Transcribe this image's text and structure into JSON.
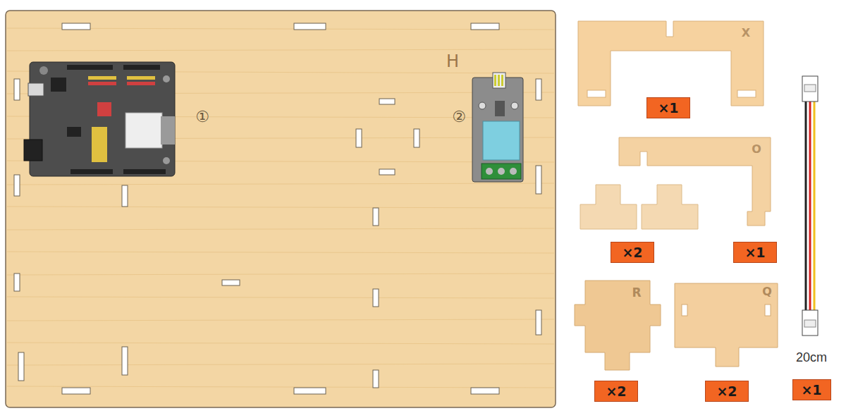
{
  "diagram": {
    "nodes": [
      {
        "text": [
          "×1"
        ]
      },
      {
        "text": [
          "×2"
        ]
      },
      {
        "text": [
          "×1"
        ]
      },
      {
        "text": [
          "×2"
        ]
      },
      {
        "text": [
          "×2"
        ]
      },
      {
        "text": [
          "×1"
        ]
      }
    ],
    "labels": [
      "H",
      "①",
      "②",
      "X",
      "O",
      "R",
      "Q",
      "20cm"
    ]
  }
}
